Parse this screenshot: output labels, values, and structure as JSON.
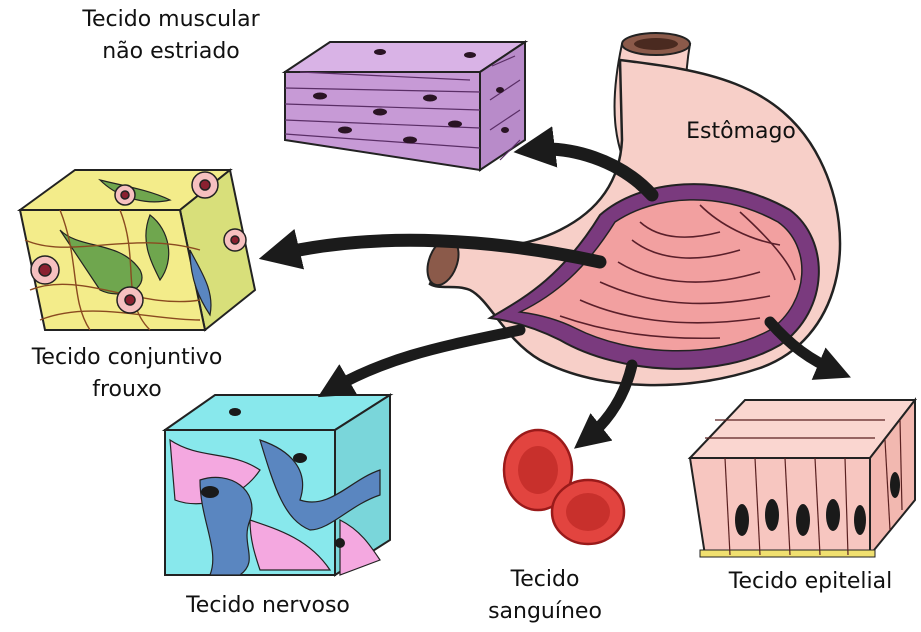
{
  "labels": {
    "muscle_line1": "Tecido muscular",
    "muscle_line2": "não estriado",
    "stomach": "Estômago",
    "connective_line1": "Tecido conjuntivo",
    "connective_line2": "frouxo",
    "nervous": "Tecido nervoso",
    "blood_line1": "Tecido",
    "blood_line2": "sanguíneo",
    "epithelial": "Tecido epitelial"
  },
  "colors": {
    "stomach_fill": "#f7cfc8",
    "mucosa": "#f2a0a0",
    "muscularis": "#7a3a7e",
    "muscle_tissue": "#c79ad6",
    "nucleus": "#2a1424",
    "connective_yellow": "#f3ec8a",
    "connective_green": "#6fa64e",
    "nerve_cyan": "#88e8ec",
    "nerve_blue": "#5a86c0",
    "nerve_pink": "#f4a8e0",
    "blood_red": "#e2443f",
    "epithelium": "#f7c6c0",
    "arrow": "#1b1b1b"
  }
}
